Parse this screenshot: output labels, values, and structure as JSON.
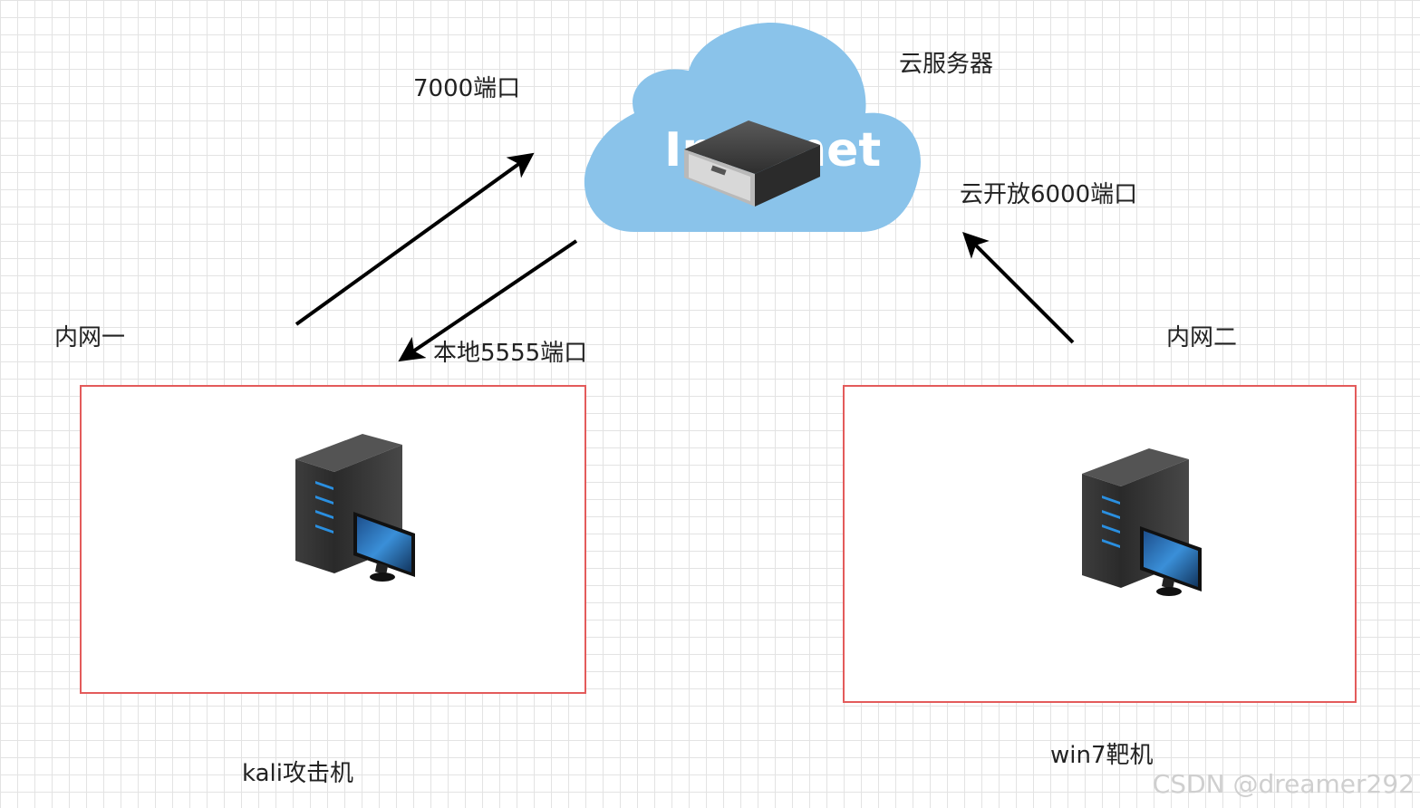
{
  "labels": {
    "port_7000": "7000端口",
    "cloud_server": "云服务器",
    "cloud_open_6000": "云开放6000端口",
    "intranet_1": "内网一",
    "local_5555": "本地5555端口",
    "intranet_2": "内网二",
    "kali": "kali攻击机",
    "win7": "win7靶机"
  },
  "cloud": {
    "text": "Internet",
    "color": "#8ac3ea"
  },
  "watermark": "CSDN @dreamer292",
  "colors": {
    "box_border": "#e35b5b",
    "arrow": "#000000",
    "grid": "#e3e3e3"
  }
}
